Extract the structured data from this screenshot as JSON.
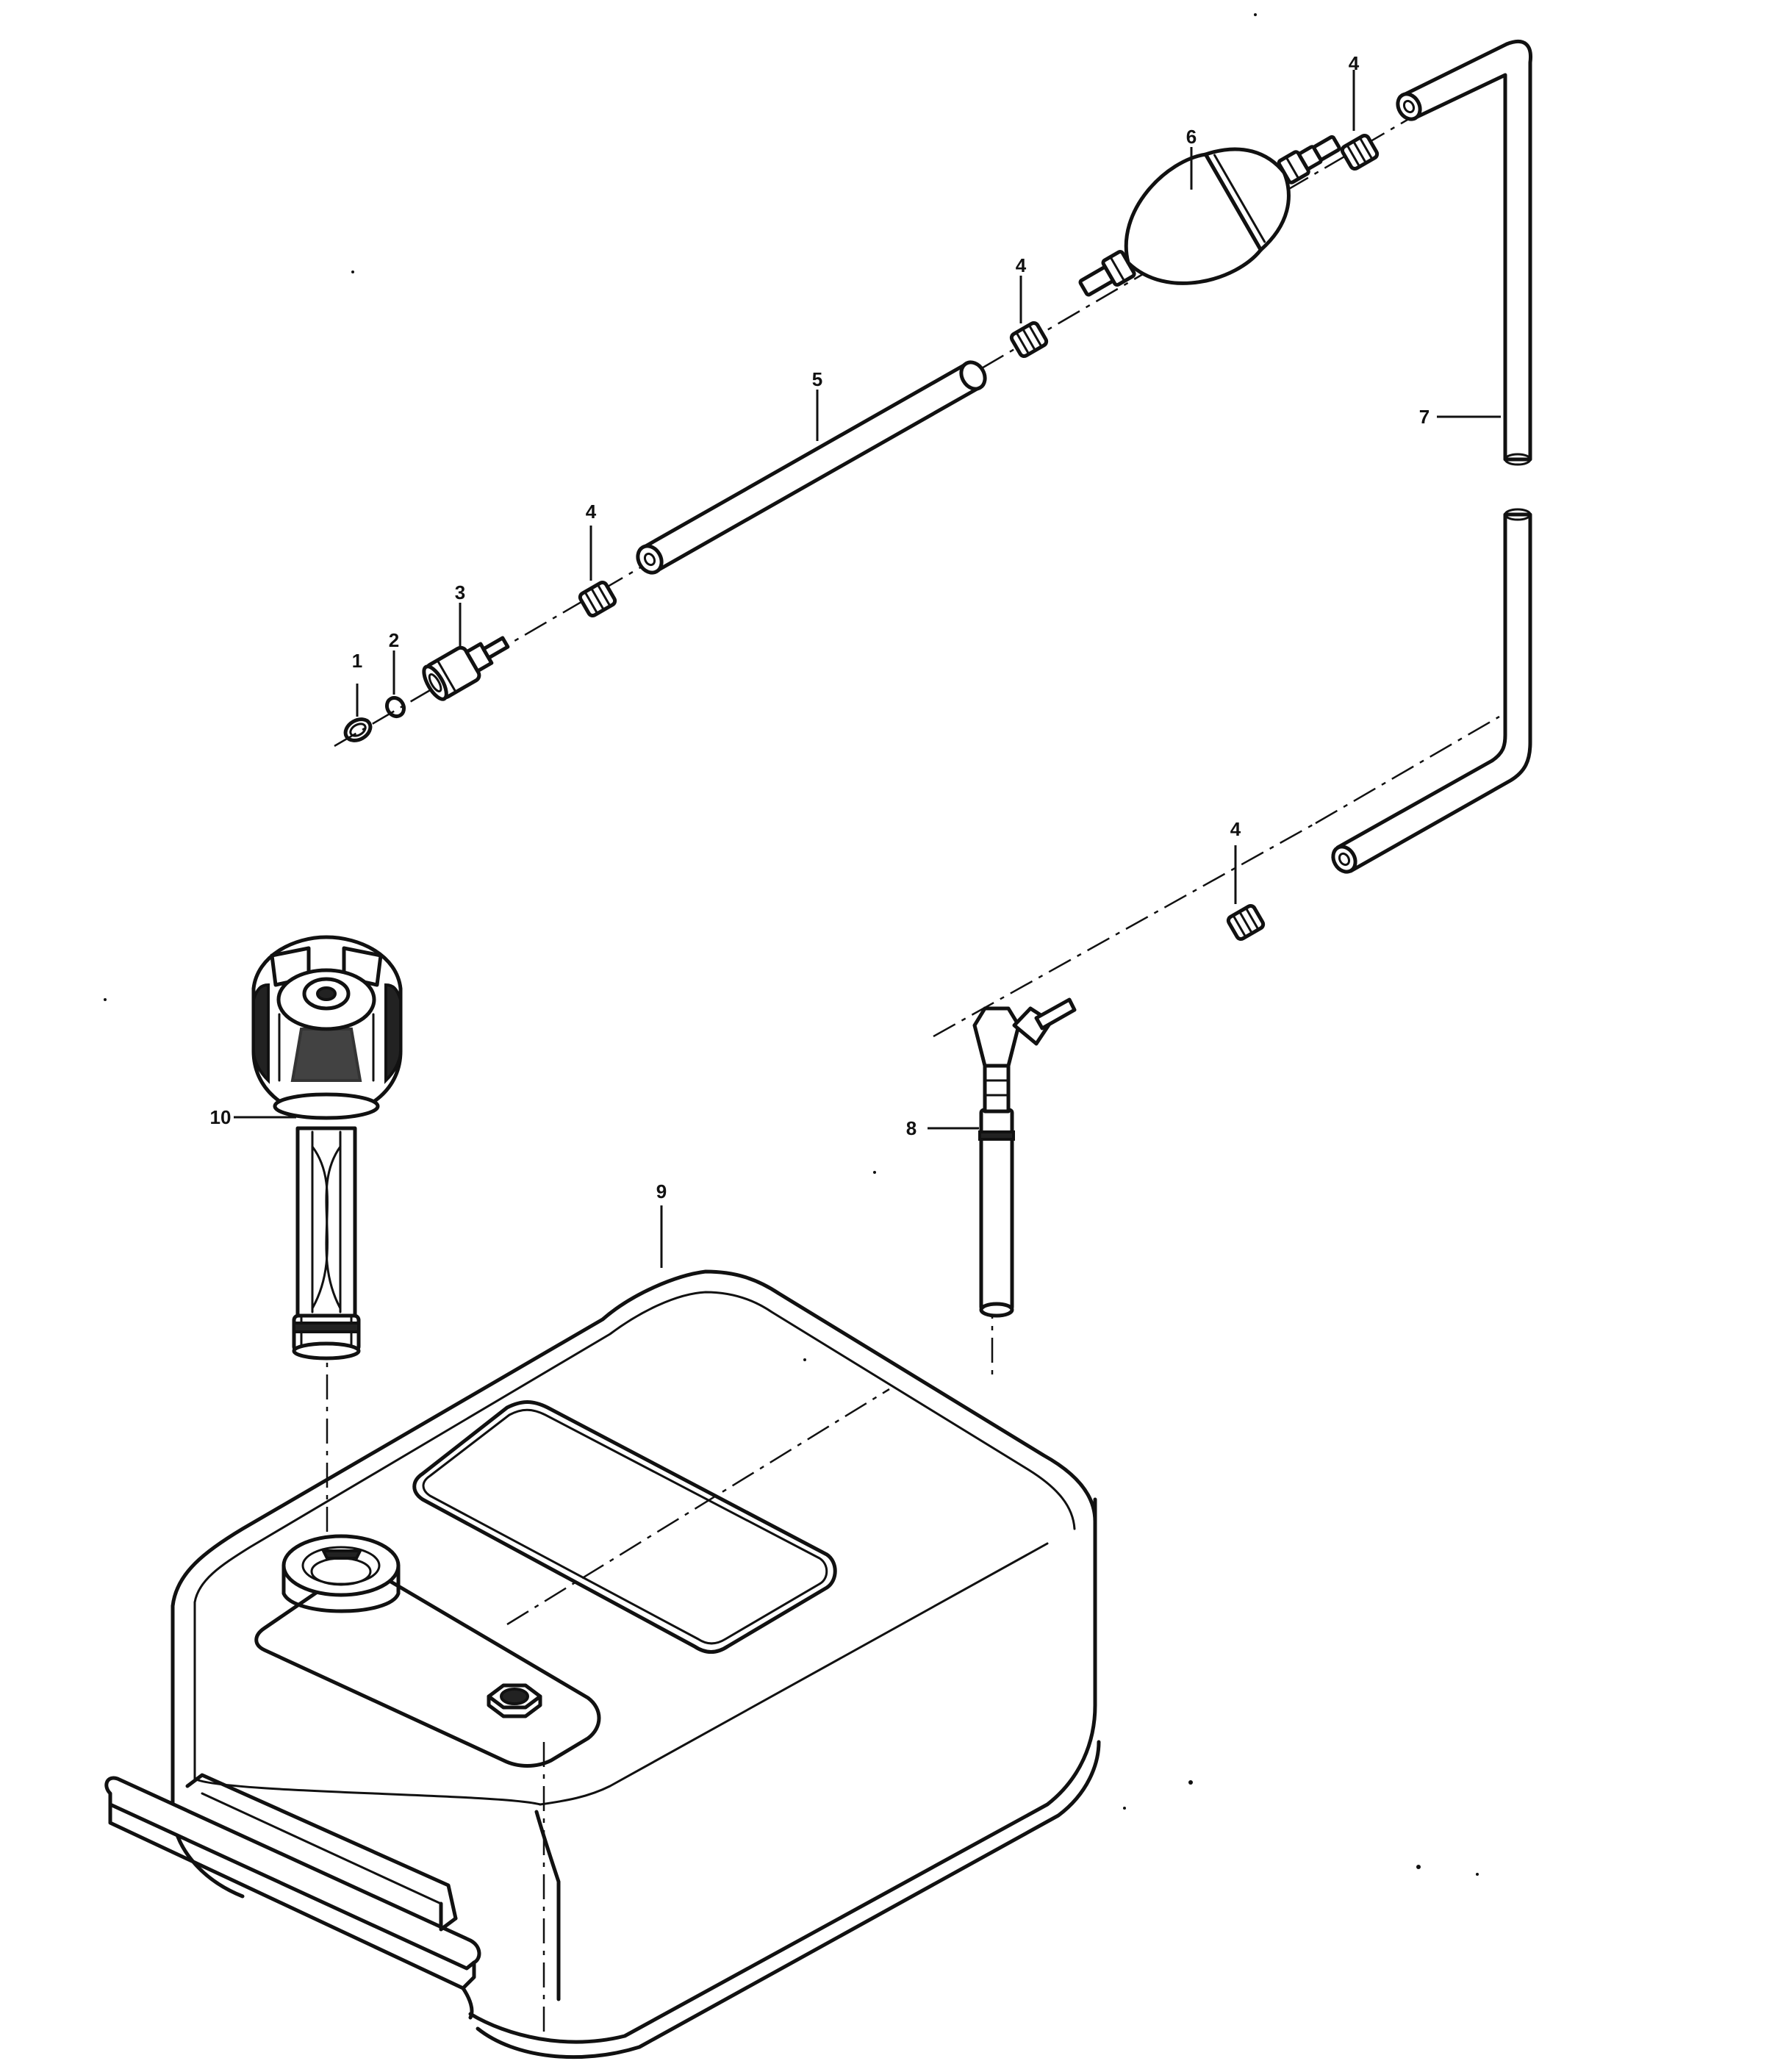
{
  "diagram": {
    "callouts": [
      {
        "id": "1",
        "text": "1"
      },
      {
        "id": "2",
        "text": "2"
      },
      {
        "id": "3",
        "text": "3"
      },
      {
        "id": "4a",
        "text": "4"
      },
      {
        "id": "5",
        "text": "5"
      },
      {
        "id": "4b",
        "text": "4"
      },
      {
        "id": "6",
        "text": "6"
      },
      {
        "id": "4c",
        "text": "4"
      },
      {
        "id": "7",
        "text": "7"
      },
      {
        "id": "4d",
        "text": "4"
      },
      {
        "id": "8",
        "text": "8"
      },
      {
        "id": "9",
        "text": "9"
      },
      {
        "id": "10",
        "text": "10"
      }
    ]
  }
}
